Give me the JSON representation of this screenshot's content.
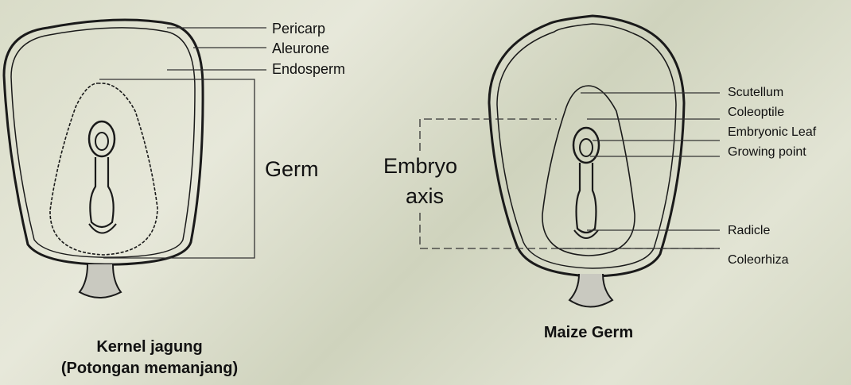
{
  "left_diagram": {
    "labels": {
      "pericarp": "Pericarp",
      "aleurone": "Aleurone",
      "endosperm": "Endosperm",
      "germ": "Germ"
    },
    "caption_line1": "Kernel jagung",
    "caption_line2": "(Potongan memanjang)"
  },
  "right_diagram": {
    "labels": {
      "scutellum": "Scutellum",
      "coleoptile": "Coleoptile",
      "embryonic_leaf": "Embryonic Leaf",
      "growing_point": "Growing point",
      "radicle": "Radicle",
      "coleorhiza": "Coleorhiza",
      "embryo_axis_line1": "Embryo",
      "embryo_axis_line2": "axis"
    },
    "caption": "Maize Germ"
  },
  "colors": {
    "background": "#dfe1d0",
    "line": "#1a1a1a",
    "tip_fill": "#c9c9c0"
  }
}
